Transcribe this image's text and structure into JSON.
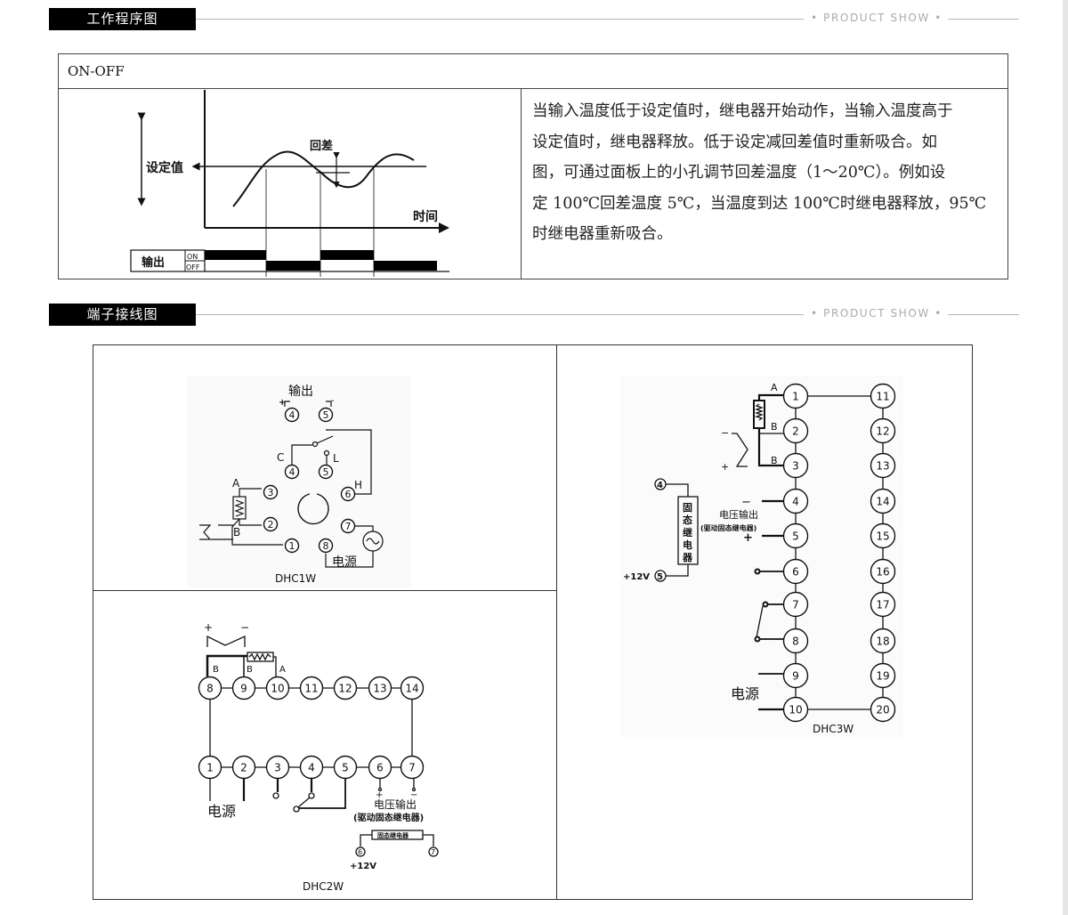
{
  "section1": {
    "title": "工作程序图",
    "tag": "• PRODUCT SHOW •"
  },
  "section2": {
    "title": "端子接线图",
    "tag": "• PRODUCT SHOW •"
  },
  "program": {
    "mode": "ON-OFF",
    "diagram": {
      "setpoint_label": "设定值",
      "hysteresis_label": "回差",
      "time_label": "时间",
      "output_label": "输出",
      "on_label": "ON",
      "off_label": "OFF"
    },
    "description_lines": [
      "当输入温度低于设定值时，继电器开始动作，当输入温度高于",
      "设定值时，继电器释放。低于设定减回差值时重新吸合。如",
      "图，可通过面板上的小孔调节回差温度（1～20℃）。例如设",
      "定 100℃回差温度 5℃，当温度到达 100℃时继电器释放，95℃",
      "时继电器重新吸合。"
    ]
  },
  "dhc1w": {
    "model": "DHC1W",
    "output_label": "输出",
    "power_label": "电源",
    "labels": {
      "plus": "+",
      "minus": "-",
      "c": "C",
      "l": "L",
      "h": "H",
      "a": "A",
      "b": "B"
    },
    "terminals": [
      "1",
      "2",
      "3",
      "4",
      "5",
      "6",
      "7",
      "8",
      "4",
      "5"
    ]
  },
  "dhc2w": {
    "model": "DHC2W",
    "top_terminals": [
      "8",
      "9",
      "10",
      "11",
      "12",
      "13",
      "14"
    ],
    "bottom_terminals": [
      "1",
      "2",
      "3",
      "4",
      "5",
      "6",
      "7"
    ],
    "labels": {
      "plus": "+",
      "minus": "−",
      "b": "B",
      "a": "A"
    },
    "power_label": "电源",
    "voltage_output": "电压输出",
    "drive_ssr": "(驱动固态继电器)",
    "ssr_label": "固态继电器",
    "ssr_pin_left": "6",
    "ssr_pin_right": "7",
    "supply": "+12V"
  },
  "dhc3w": {
    "model": "DHC3W",
    "left_terminals": [
      "1",
      "2",
      "3",
      "4",
      "5",
      "6",
      "7",
      "8",
      "9",
      "10"
    ],
    "right_terminals": [
      "11",
      "12",
      "13",
      "14",
      "15",
      "16",
      "17",
      "18",
      "19",
      "20"
    ],
    "labels": {
      "a": "A",
      "b": "B",
      "plus": "+",
      "minus": "−"
    },
    "power_label": "电源",
    "voltage_output": "电压输出",
    "drive_ssr": "(驱动固态继电器)",
    "ssr_chars": [
      "固",
      "态",
      "继",
      "电",
      "器"
    ],
    "ssr_pin_top": "4",
    "ssr_pin_bottom": "5",
    "supply": "+12V"
  }
}
